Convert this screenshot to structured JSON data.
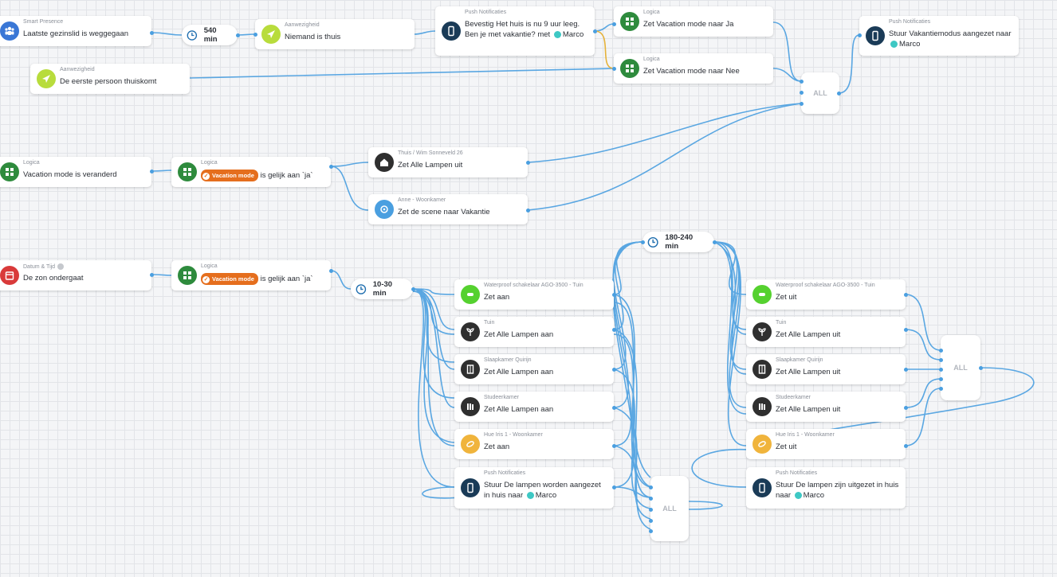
{
  "nodes": {
    "smart_presence": {
      "category": "Smart Presence",
      "title": "Laatste gezinslid is weggegaan"
    },
    "delay_540": {
      "label": "540 min"
    },
    "aanw_niemand": {
      "category": "Aanwezigheid",
      "title": "Niemand is thuis"
    },
    "push_bevestig": {
      "category": "Push Notificaties",
      "title_pre": "Bevestig Het huis is nu 9 uur leeg. Ben je met vakantie? met",
      "user": "Marco"
    },
    "logic_ja": {
      "category": "Logica",
      "title": "Zet Vacation mode naar Ja"
    },
    "logic_nee": {
      "category": "Logica",
      "title": "Zet Vacation mode naar Nee"
    },
    "push_vak": {
      "category": "Push Notificaties",
      "title_pre": "Stuur Vakantiemodus aangezet naar",
      "user": "Marco"
    },
    "aanw_eerste": {
      "category": "Aanwezigheid",
      "title": "De eerste persoon thuiskomt"
    },
    "all_top": {
      "label": "ALL"
    },
    "logic_changed": {
      "category": "Logica",
      "title": "Vacation mode is veranderd"
    },
    "logic_gelijk1": {
      "category": "Logica",
      "tag": "Vacation mode",
      "tail": "is gelijk aan `ja`"
    },
    "thuis": {
      "category": "Thuis / Wim Sonneveld 26",
      "title": "Zet Alle Lampen uit"
    },
    "anne": {
      "category": "Anne - Woonkamer",
      "title": "Zet de scene naar Vakantie"
    },
    "datum": {
      "category": "Datum & Tijd",
      "title": "De zon ondergaat"
    },
    "logic_gelijk2": {
      "category": "Logica",
      "tag": "Vacation mode",
      "tail": "is gelijk aan `ja`"
    },
    "delay_1030": {
      "label": "10-30 min"
    },
    "delay_180": {
      "label": "180-240 min"
    },
    "l_water": {
      "category": "Waterproof schakelaar AGO-3500 - Tuin",
      "title": "Zet aan"
    },
    "l_tuin": {
      "category": "Tuin",
      "title": "Zet Alle Lampen aan"
    },
    "l_slaap": {
      "category": "Slaapkamer Quirijn",
      "title": "Zet Alle Lampen aan"
    },
    "l_stud": {
      "category": "Studeerkamer",
      "title": "Zet Alle Lampen aan"
    },
    "l_hue": {
      "category": "Hue Iris 1 - Woonkamer",
      "title": "Zet aan"
    },
    "l_push": {
      "category": "Push Notificaties",
      "title_pre": "Stuur De lampen worden aangezet in huis naar",
      "user": "Marco"
    },
    "all_mid": {
      "label": "ALL"
    },
    "r_water": {
      "category": "Waterproof schakelaar AGO-3500 - Tuin",
      "title": "Zet uit"
    },
    "r_tuin": {
      "category": "Tuin",
      "title": "Zet Alle Lampen uit"
    },
    "r_slaap": {
      "category": "Slaapkamer Quirijn",
      "title": "Zet Alle Lampen uit"
    },
    "r_stud": {
      "category": "Studeerkamer",
      "title": "Zet Alle Lampen uit"
    },
    "r_hue": {
      "category": "Hue Iris 1 - Woonkamer",
      "title": "Zet uit"
    },
    "r_push": {
      "category": "Push Notificaties",
      "title_pre": "Stuur De lampen zijn uitgezet in huis naar",
      "user": "Marco"
    },
    "all_right": {
      "label": "ALL"
    }
  },
  "colors": {
    "wire": "#4a9fe0",
    "wire_alt": "#e5b23a",
    "logic": "#2e8b3d",
    "push": "#1a3b57",
    "presence": "#3a77d6",
    "aanw": "#b8dc3c",
    "date": "#d93a3a",
    "home": "#2f2f2f",
    "anne": "#4a9fe0",
    "water": "#55d12f",
    "hue": "#f0b43c",
    "vacation": "#e56e1d"
  },
  "icons": {
    "presence": "people-icon",
    "aanw": "location-arrow-icon",
    "push": "phone-icon",
    "logic": "logic-blocks-icon",
    "home": "house-icon",
    "anne": "speaker-icon",
    "date": "calendar-icon",
    "water": "switch-icon",
    "tuin": "plant-icon",
    "slaap": "wardrobe-icon",
    "stud": "books-icon",
    "hue": "lamp-icon",
    "delay": "clock-icon"
  }
}
